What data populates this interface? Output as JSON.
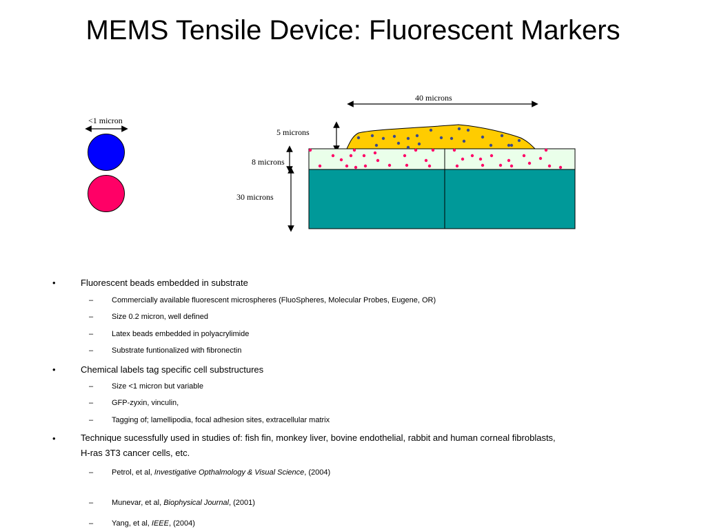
{
  "title": "MEMS Tensile Device: Fluorescent Markers",
  "diagram": {
    "label_scale": "<1 micron",
    "label_width": "40 microns",
    "label_cell": "5 microns",
    "label_bead_layer": "8 microns",
    "label_substrate": "30 microns",
    "colors": {
      "blue_marker": "#0000ff",
      "pink_marker": "#ff0066",
      "cell": "#ffcc00",
      "bead_layer": "#eaffea",
      "substrate": "#009999",
      "cell_dots": "#3b4a8c"
    }
  },
  "bullets": {
    "b1": "Fluorescent beads embedded in substrate",
    "b1_1": "Commercially available fluorescent microspheres (FluoSpheres, Molecular Probes, Eugene, OR)",
    "b1_2": "Size 0.2 micron, well defined",
    "b1_3": "Latex beads embedded in polyacrylimide",
    "b1_4": "Substrate funtionalized with fibronectin",
    "b2": "Chemical labels tag specific cell substructures",
    "b2_1": "Size <1 micron but variable",
    "b2_2": "GFP-zyxin, vinculin,",
    "b2_3": "Tagging of; lamellipodia, focal adhesion sites, extracellular matrix",
    "b3": "Technique sucessfully used in studies of: fish fin, monkey liver, bovine endothelial, rabbit and human corneal fibroblasts, H-ras 3T3 cancer cells, etc.",
    "ref1_pre": "Petrol, et al, ",
    "ref1_journal": "Investigative Opthalmology & Visual Science",
    "ref1_post": ", (2004)",
    "ref2_pre": "Munevar, et al, ",
    "ref2_journal": "Biophysical Journal",
    "ref2_post": ", (2001)",
    "ref3_pre": "Yang, et al, ",
    "ref3_journal": "IEEE",
    "ref3_post": ", (2004)",
    "bullet_char": "•",
    "dash_char": "–"
  }
}
